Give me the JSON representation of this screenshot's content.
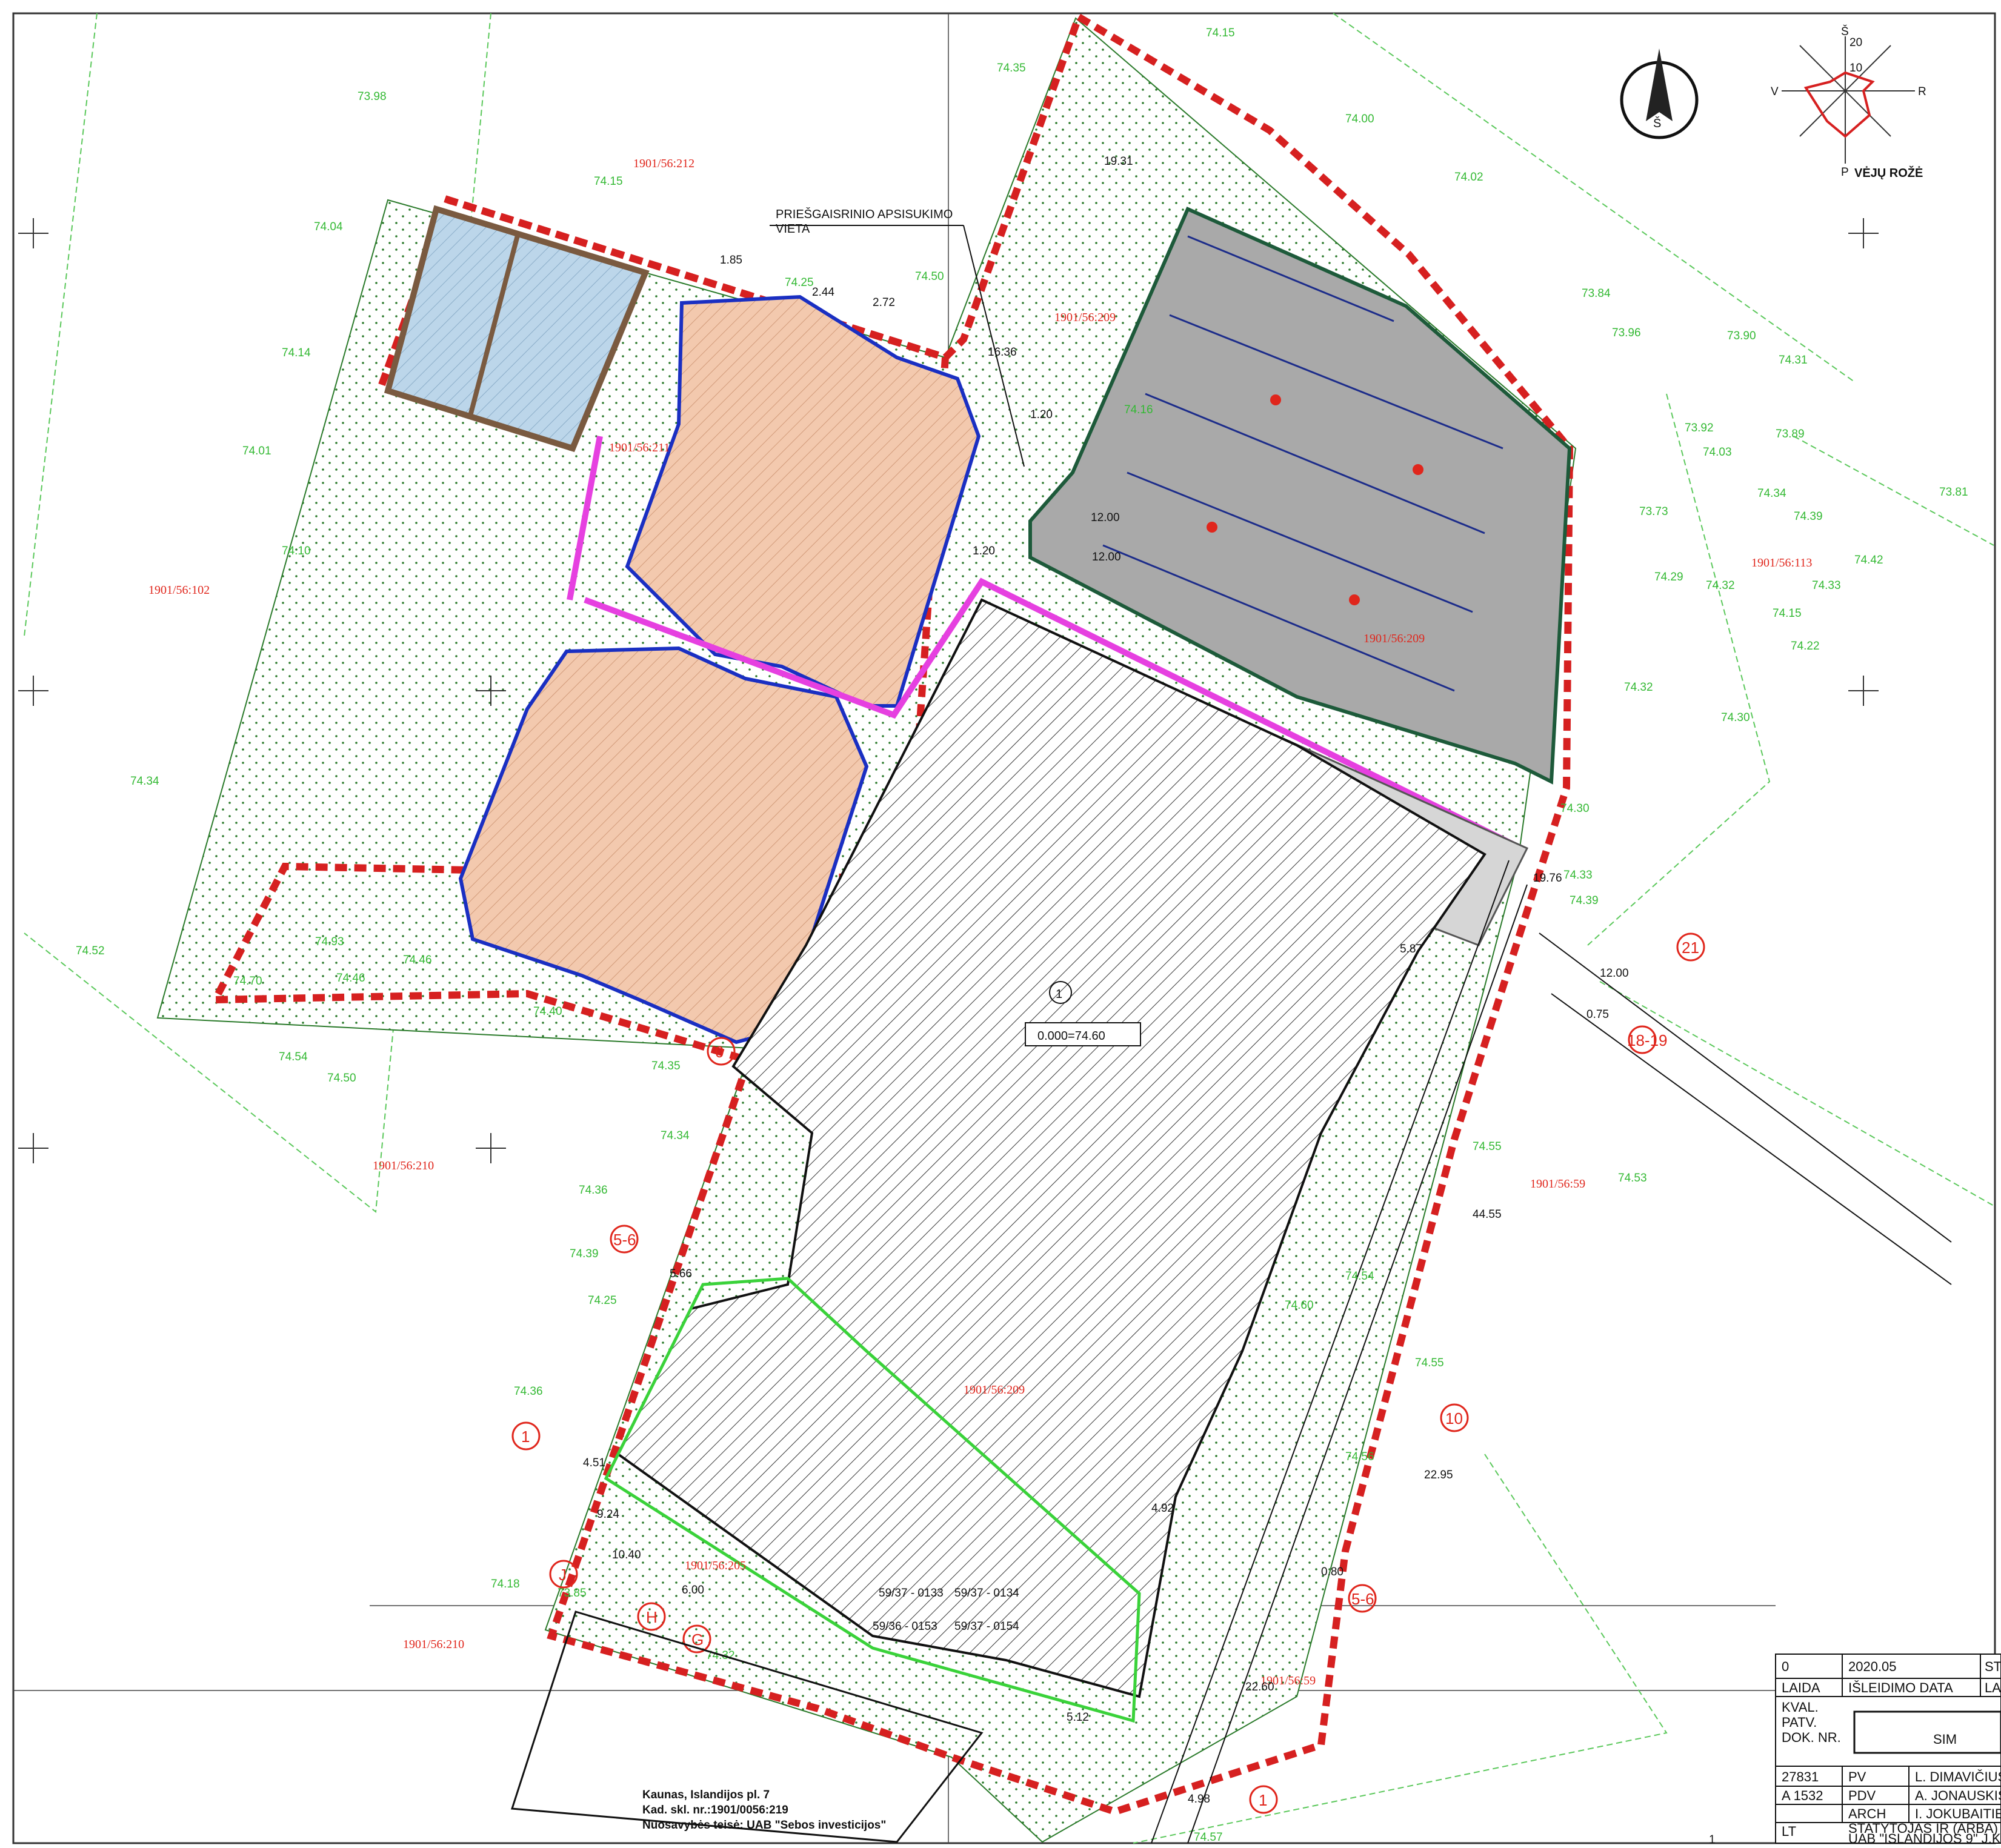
{
  "annotations": {
    "fire_turn": [
      "PRIEŠGAISRINIO APSISUKIMO",
      "VIETA"
    ],
    "wind_rose": "VĖJŲ ROŽĖ",
    "wind_rose_ticks": [
      "20",
      "10"
    ],
    "wind_dirs": {
      "n": "Š",
      "s": "P",
      "e": "R",
      "w": "V"
    },
    "compass_letter": "Š",
    "zero_level": "0.000=74.60",
    "building_no": "1",
    "address": [
      "Kaunas, Islandijos pl. 7",
      "Kad. skl. nr.:1901/0056:219",
      "Nuosavybės teisė: UAB \"Sebos investicijos\""
    ],
    "page_no": "1"
  },
  "lots": {
    "l212": "1901/56:212",
    "l102": "1901/56:102",
    "l210a": "1901/56:210",
    "l210b": "1901/56:210",
    "l209a": "1901/56:209",
    "l209b": "1901/56:209",
    "l209c": "1901/56:209",
    "l113": "1901/56:113",
    "l59a": "1901/56:59",
    "l59b": "1901/56:59",
    "l205": "1901/56:205",
    "l211": "1901/56:211"
  },
  "elevations": {
    "e1": "73.98",
    "e2": "74.35",
    "e3": "74.15",
    "e4": "74.15",
    "e5": "74.00",
    "e6": "74.02",
    "e7": "74.04",
    "e8": "74.50",
    "e9": "74.25",
    "e10": "73.84",
    "e11": "73.96",
    "e12": "73.90",
    "e13": "74.14",
    "e14": "74.01",
    "e15": "74.34",
    "e16": "74.10",
    "e17": "73.92",
    "e18": "74.03",
    "e19": "73.89",
    "e20": "73.81",
    "e21": "74.34",
    "e22": "74.39",
    "e23": "73.73",
    "e24": "74.29",
    "e25": "74.32",
    "e26": "74.33",
    "e27": "74.15",
    "e28": "74.22",
    "e29": "74.42",
    "e30": "74.32",
    "e31": "74.30",
    "e32": "74.30",
    "e33": "74.33",
    "e34": "74.39",
    "e35": "74.52",
    "e36": "74.70",
    "e37": "74.93",
    "e38": "74.46",
    "e39": "74.46",
    "e40": "74.40",
    "e41": "74.54",
    "e42": "74.50",
    "e43": "74.35",
    "e44": "74.34",
    "e45": "74.36",
    "e46": "74.39",
    "e47": "74.25",
    "e48": "74.36",
    "e49": "74.18",
    "e50": "73.85",
    "e51": "74.32",
    "e52": "74.55",
    "e53": "74.54",
    "e54": "74.60",
    "e55": "74.55",
    "e56": "74.56",
    "e57": "74.57",
    "e58": "74.53",
    "e59": "74.16",
    "e60": "74.31"
  },
  "dims": {
    "d1": "1.85",
    "d2": "2.44",
    "d3": "2.72",
    "d4": "19.31",
    "d5": "16.36",
    "d6": "12.00",
    "d7": "12.00",
    "d8": "1.20",
    "d9": "1.20",
    "d10": "5.66",
    "d11": "44.55",
    "d12": "22.95",
    "d13": "22.60",
    "d14": "4.51",
    "d15": "9.24",
    "d16": "10.40",
    "d17": "6.00",
    "d18": "5.12",
    "d19": "0.80",
    "d20": "4.98",
    "d21": "0.75",
    "d22": "12.00",
    "d23": "5.87",
    "d24": "4.92",
    "d25": "19.76"
  },
  "circles": {
    "c1": "0",
    "c2": "5-6",
    "c3": "1",
    "c4": "J",
    "c5": "H",
    "c6": "G",
    "c7": "10",
    "c8": "5-6",
    "c9": "1",
    "c10": "18-19",
    "c11": "21"
  },
  "parcel_ids": [
    "59/37 - 0133",
    "59/37 - 0134",
    "59/36 - 0153",
    "59/37 - 0154"
  ],
  "titleblock": {
    "r1": [
      "0",
      "2020.05",
      "ST"
    ],
    "r2": [
      "LAIDA",
      "IŠLEIDIMO DATA",
      "LA"
    ],
    "kval": [
      "KVAL.",
      "PATV.",
      "DOK. NR."
    ],
    "sim": "SIM",
    "rows": [
      [
        "27831",
        "PV",
        "L. DIMAVIČIUS"
      ],
      [
        "A 1532",
        "PDV",
        "A. JONAUSKIS"
      ],
      [
        "",
        "ARCH",
        "I. JOKUBAITIE"
      ]
    ],
    "lt": "LT",
    "client": [
      "STATYTOJAS IR (ARBA) U",
      "UAB \"ISLANDIJOS 9\" J.K."
    ]
  }
}
